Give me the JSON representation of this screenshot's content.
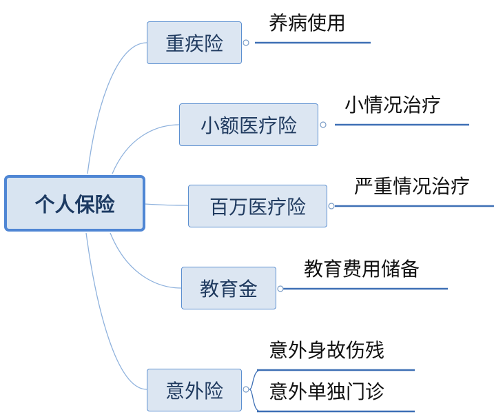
{
  "central_topic": "个人保险",
  "branches": [
    {
      "label": "重疾险",
      "details": [
        "养病使用"
      ]
    },
    {
      "label": "小额医疗险",
      "details": [
        "小情况治疗"
      ]
    },
    {
      "label": "百万医疗险",
      "details": [
        "严重情况治疗"
      ]
    },
    {
      "label": "教育金",
      "details": [
        "教育费用储备"
      ]
    },
    {
      "label": "意外险",
      "details": [
        "意外身故伤残",
        "意外单独门诊"
      ]
    }
  ],
  "colors": {
    "node_fill": "#dce6f2",
    "node_border": "#5b8fd0",
    "connector": "#8fb2dd",
    "underline": "#3d6fb5"
  }
}
